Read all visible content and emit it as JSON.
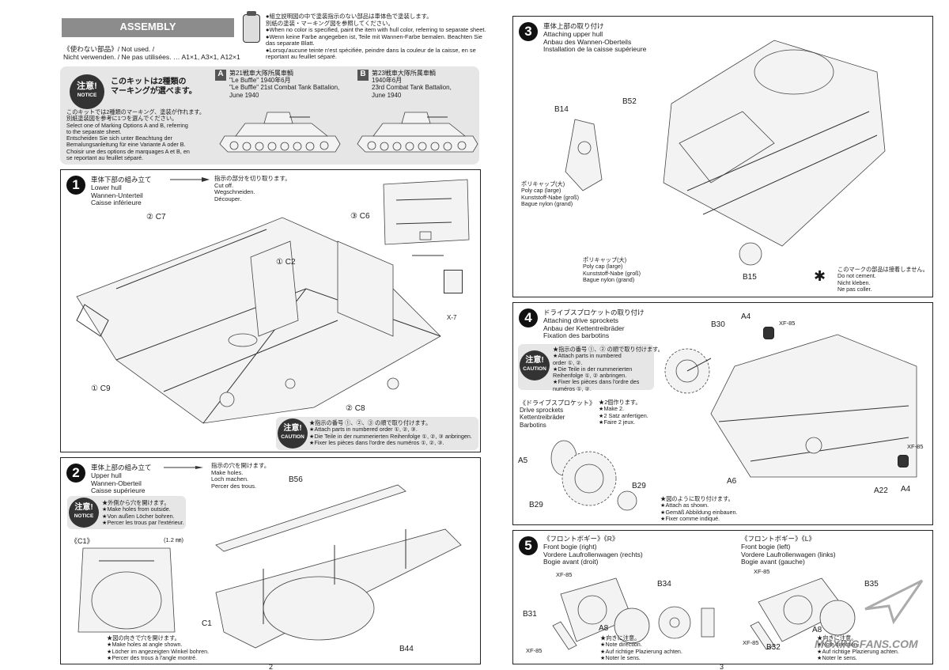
{
  "left_page": {
    "header": {
      "title": "ASSEMBLY",
      "paint_note": "●組立説明図の中で塗装指示のない部品は車体色で塗装します。\n別紙の塗装・マーキング図を参照してください。\n●When no color is specified, paint the item with hull color, referring to separate sheet.\n●Wenn keine Farbe angegeben ist, Teile mit Wannen-Farbe bemalen. Beachten Sie\ndas separate Blatt.\n●Lorsqu'aucune teinte n'est spécifiée, peindre dans la couleur de la caisse, en se\nreportant au feuillet séparé.",
      "not_used": "《使わない部品》/ Not used. /\nNicht verwenden. / Ne pas utilisées. … A1×1, A3×1, A12×1"
    },
    "notice": {
      "badge_jp": "注意!",
      "badge_en": "NOTICE",
      "heading": "このキットは2種類の\nマーキングが選べます。",
      "body": "このキットでは2種類のマーキング、塗装が作れます。\n別紙塗装図を参考に1つを選んでください。\nSelect one of Marking Options A and B, referring\nto the separate sheet.\nEntscheiden Sie sich unter Beachtung der\nBemalungsanleitung für eine Variante A oder B.\nChoisir une des options de marquages A et B, en\nse reportant au feuillet séparé.",
      "option_a": {
        "letter": "A",
        "text": "第21戦車大隊所属車輌\n\"Le Buffle\" 1940年6月\n\"Le Buffle\" 21st Combat Tank Battalion,\nJune 1940"
      },
      "option_b": {
        "letter": "B",
        "text": "第23戦車大隊所属車輌\n1940年6月\n23rd Combat Tank Battalion,\nJune 1940"
      }
    },
    "step1": {
      "number": "1",
      "title": "車体下部の組み立て\nLower hull\nWannen-Unterteil\nCaisse inférieure",
      "cut_note": "指示の部分を切り取ります。\nCut off.\nWegschneiden.\nDécouper.",
      "labels": [
        "② C7",
        "③ C6",
        "① C2",
        "① C9",
        "② C8",
        "X-7"
      ],
      "caution_badge_jp": "注意!",
      "caution_badge_en": "CAUTION",
      "caution_text": "★指示の番号 ①、②、③ の順で取り付けます。\n★Attach parts in numbered order ①, ②, ③.\n★Die Teile in der nummerierten Reihenfolge ①, ②, ③ anbringen.\n★Fixer les pièces dans l'ordre des numéros ①, ②, ③."
    },
    "step2": {
      "number": "2",
      "title": "車体上部の組み立て\nUpper hull\nWannen-Oberteil\nCaisse supérieure",
      "hole_note": "指示の穴を開けます。\nMake holes.\nLoch machen.\nPercer des trous.",
      "notice_text": "★外側から穴を開けます。\n★Make holes from outside.\n★Von außen Löcher bohren.\n★Percer les trous par l'extérieur.",
      "c1_label": "《C1》",
      "drill": "(1.2 ㎜)",
      "angle_text": "★図の向きで穴を開けます。\n★Make holes at angle shown.\n★Löcher im angezeigten Winkel bohren.\n★Percer des trous à l'angle montré.",
      "labels": [
        "B56",
        "C1",
        "B44"
      ]
    },
    "page_number": "2"
  },
  "right_page": {
    "step3": {
      "number": "3",
      "title": "車体上部の取り付け\nAttaching upper hull\nAnbau des Wannen-Oberteils\nInstallation de la caisse supérieure",
      "labels": [
        "B14",
        "B52",
        "B15"
      ],
      "polycap1": "ポリキャップ(大)\nPoly cap (large)\nKunststoff-Nabe (groß)\nBague nylon (grand)",
      "polycap2": "ポリキャップ(大)\nPoly cap (large)\nKunststoff-Nabe (groß)\nBague nylon (grand)",
      "no_cement": "このマークの部品は接着しません。\nDo not cement.\nNicht kleben.\nNe pas coller."
    },
    "step4": {
      "number": "4",
      "title": "ドライブスプロケットの取り付け\nAttaching drive sprockets\nAnbau der Kettentreibräder\nFixation des barbotins",
      "caution_text": "★指示の番号 ①、② の順で取り付けます。\n★Attach parts in numbered\norder ①, ②.\n★Die Teile in der nummerierten\nReihenfolge ①, ② anbringen.\n★Fixer les pièces dans l'ordre des\nnuméros ①, ②.",
      "sub_title": "《ドライブスプロケット》\nDrive sprockets\nKettentreibräder\nBarbotins",
      "make2": "★2個作ります。\n★Make 2.\n★2 Satz anfertigen.\n★Faire 2 jeux.",
      "attach_shown": "★図のように取り付けます。\n★Attach as shown.\n★Gemäß Abbildung einbauen.\n★Fixer comme indiqué.",
      "labels": [
        "B30",
        "A4",
        "A4",
        "A6",
        "A22",
        "A5",
        "B29",
        "B29",
        "XF-85",
        "XF-85"
      ]
    },
    "step5": {
      "number": "5",
      "title_right": "《フロントボギー》《R》\nFront bogie (right)\nVordere Laufrollenwagen (rechts)\nBogie avant (droit)",
      "title_left": "《フロントボギー》《L》\nFront bogie (left)\nVordere Laufrollenwagen (links)\nBogie avant (gauche)",
      "direction_note": "★向きに注意。\n★Note direction.\n★Auf richtige Plazierung achten.\n★Noter le sens.",
      "labels": [
        "B34",
        "B31",
        "A8",
        "B35",
        "B32",
        "A8",
        "XF-85",
        "XF-85",
        "XF-85",
        "XF-85"
      ]
    },
    "page_number": "3",
    "watermark": "MOXINGFANS.COM"
  },
  "colors": {
    "ink": "#1a1a1a",
    "header_gray": "#8c8c8c",
    "notice_bg": "#e6e6e6",
    "badge": "#333333"
  }
}
